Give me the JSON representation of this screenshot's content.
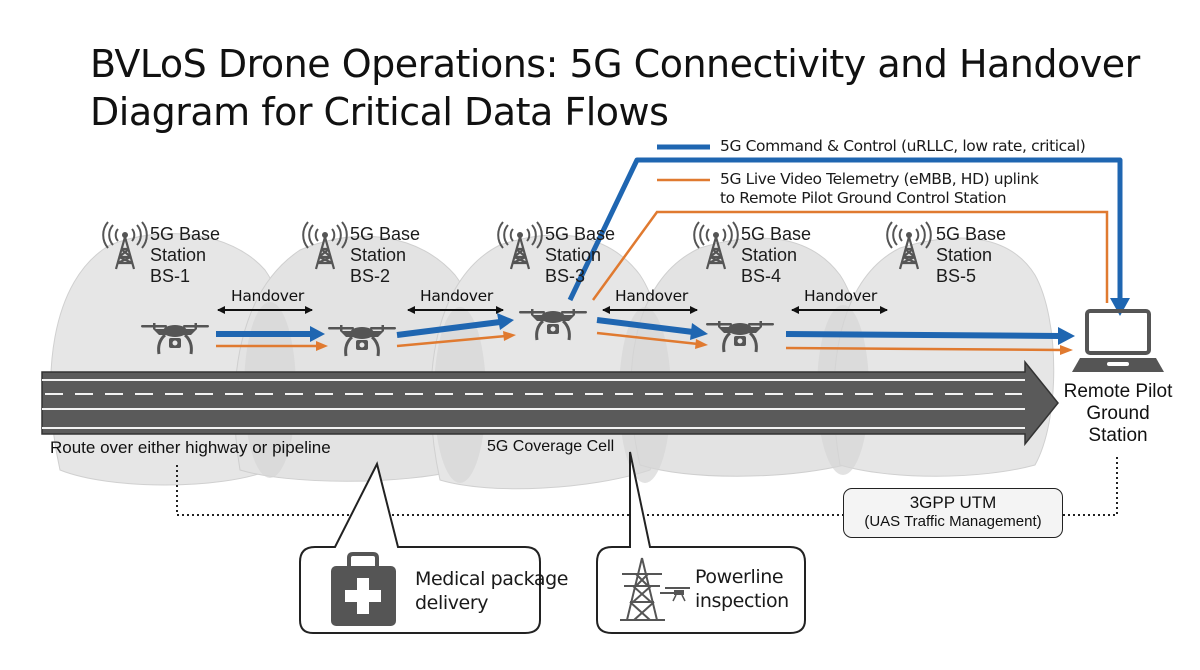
{
  "title": {
    "line1": "BVLoS Drone Operations: 5G Connectivity and Handover",
    "line2": "Diagram for Critical Data Flows"
  },
  "legend": {
    "command_control": {
      "label": "5G Command & Control (uRLLC, low rate, critical)",
      "color": "#1f66b1"
    },
    "video_telemetry": {
      "line1": "5G Live Video Telemetry (eMBB, HD) uplink",
      "line2": "to Remote Pilot Ground Control Station",
      "color": "#e07a30"
    }
  },
  "base_stations": [
    {
      "line1": "5G Base",
      "line2": "Station",
      "id": "BS-1"
    },
    {
      "line1": "5G Base",
      "line2": "Station",
      "id": "BS-2"
    },
    {
      "line1": "5G Base",
      "line2": "Station",
      "id": "BS-3"
    },
    {
      "line1": "5G Base",
      "line2": "Station",
      "id": "BS-4"
    },
    {
      "line1": "5G Base",
      "line2": "Station",
      "id": "BS-5"
    }
  ],
  "handovers": [
    "Handover",
    "Handover",
    "Handover",
    "Handover"
  ],
  "route_label": "Route over either highway or pipeline",
  "coverage_label": "5G Coverage Cell",
  "ground_station": {
    "line1": "Remote Pilot",
    "line2": "Ground",
    "line3": "Station"
  },
  "utm": {
    "line1": "3GPP UTM",
    "line2": "(UAS Traffic Management)"
  },
  "callouts": [
    {
      "line1": "Medical package",
      "line2": "delivery",
      "icon": "medical-kit-icon"
    },
    {
      "line1": "Powerline",
      "line2": "inspection",
      "icon": "powerline-tower-icon"
    }
  ],
  "colors": {
    "blue": "#1f66b1",
    "orange": "#e07a30",
    "road": "#555555",
    "cell": "#e4e4e4",
    "icon": "#555555"
  }
}
